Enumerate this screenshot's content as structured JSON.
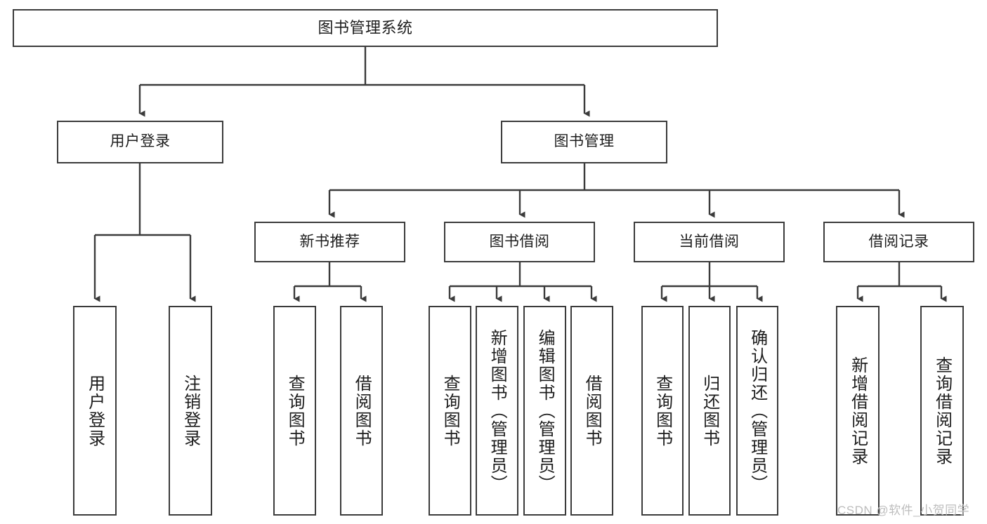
{
  "diagram": {
    "title": "图书管理系统",
    "type": "tree-hierarchy-chart",
    "watermark": "CSDN @软件_小贺同学",
    "colors": {
      "stroke": "#3b3b3b",
      "fill": "#ffffff",
      "text": "#1d1d1d",
      "watermark": "#bdbdbd"
    },
    "root": {
      "label": "图书管理系统"
    },
    "level1": [
      {
        "label": "用户登录"
      },
      {
        "label": "图书管理"
      }
    ],
    "level2": [
      {
        "label": "新书推荐"
      },
      {
        "label": "图书借阅"
      },
      {
        "label": "当前借阅"
      },
      {
        "label": "借阅记录"
      }
    ],
    "leaves": {
      "user_login": [
        {
          "label": "用户登录"
        },
        {
          "label": "注销登录"
        }
      ],
      "new_book_recommend": [
        {
          "label": "查询图书"
        },
        {
          "label": "借阅图书"
        }
      ],
      "book_borrow": [
        {
          "label": "查询图书"
        },
        {
          "label": "新增图书（管理员）"
        },
        {
          "label": "编辑图书（管理员）"
        },
        {
          "label": "借阅图书"
        }
      ],
      "current_borrow": [
        {
          "label": "查询图书"
        },
        {
          "label": "归还图书"
        },
        {
          "label": "确认归还（管理员）"
        }
      ],
      "borrow_record": [
        {
          "label": "新增借阅记录"
        },
        {
          "label": "查询借阅记录"
        }
      ]
    }
  }
}
